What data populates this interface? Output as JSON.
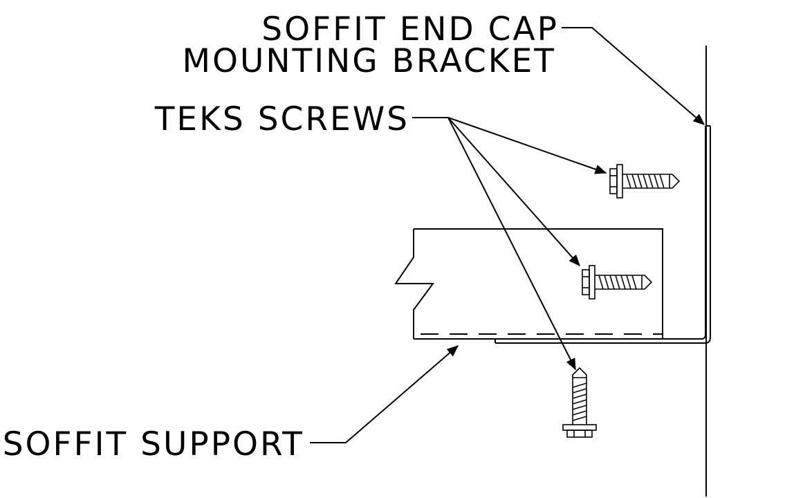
{
  "labels": {
    "end_cap_line1": "SOFFIT END CAP",
    "end_cap_line2": "MOUNTING BRACKET",
    "teks_screws": "TEKS SCREWS",
    "soffit_support": "SOFFIT SUPPORT"
  },
  "colors": {
    "ink": "#000000",
    "background": "#ffffff"
  }
}
